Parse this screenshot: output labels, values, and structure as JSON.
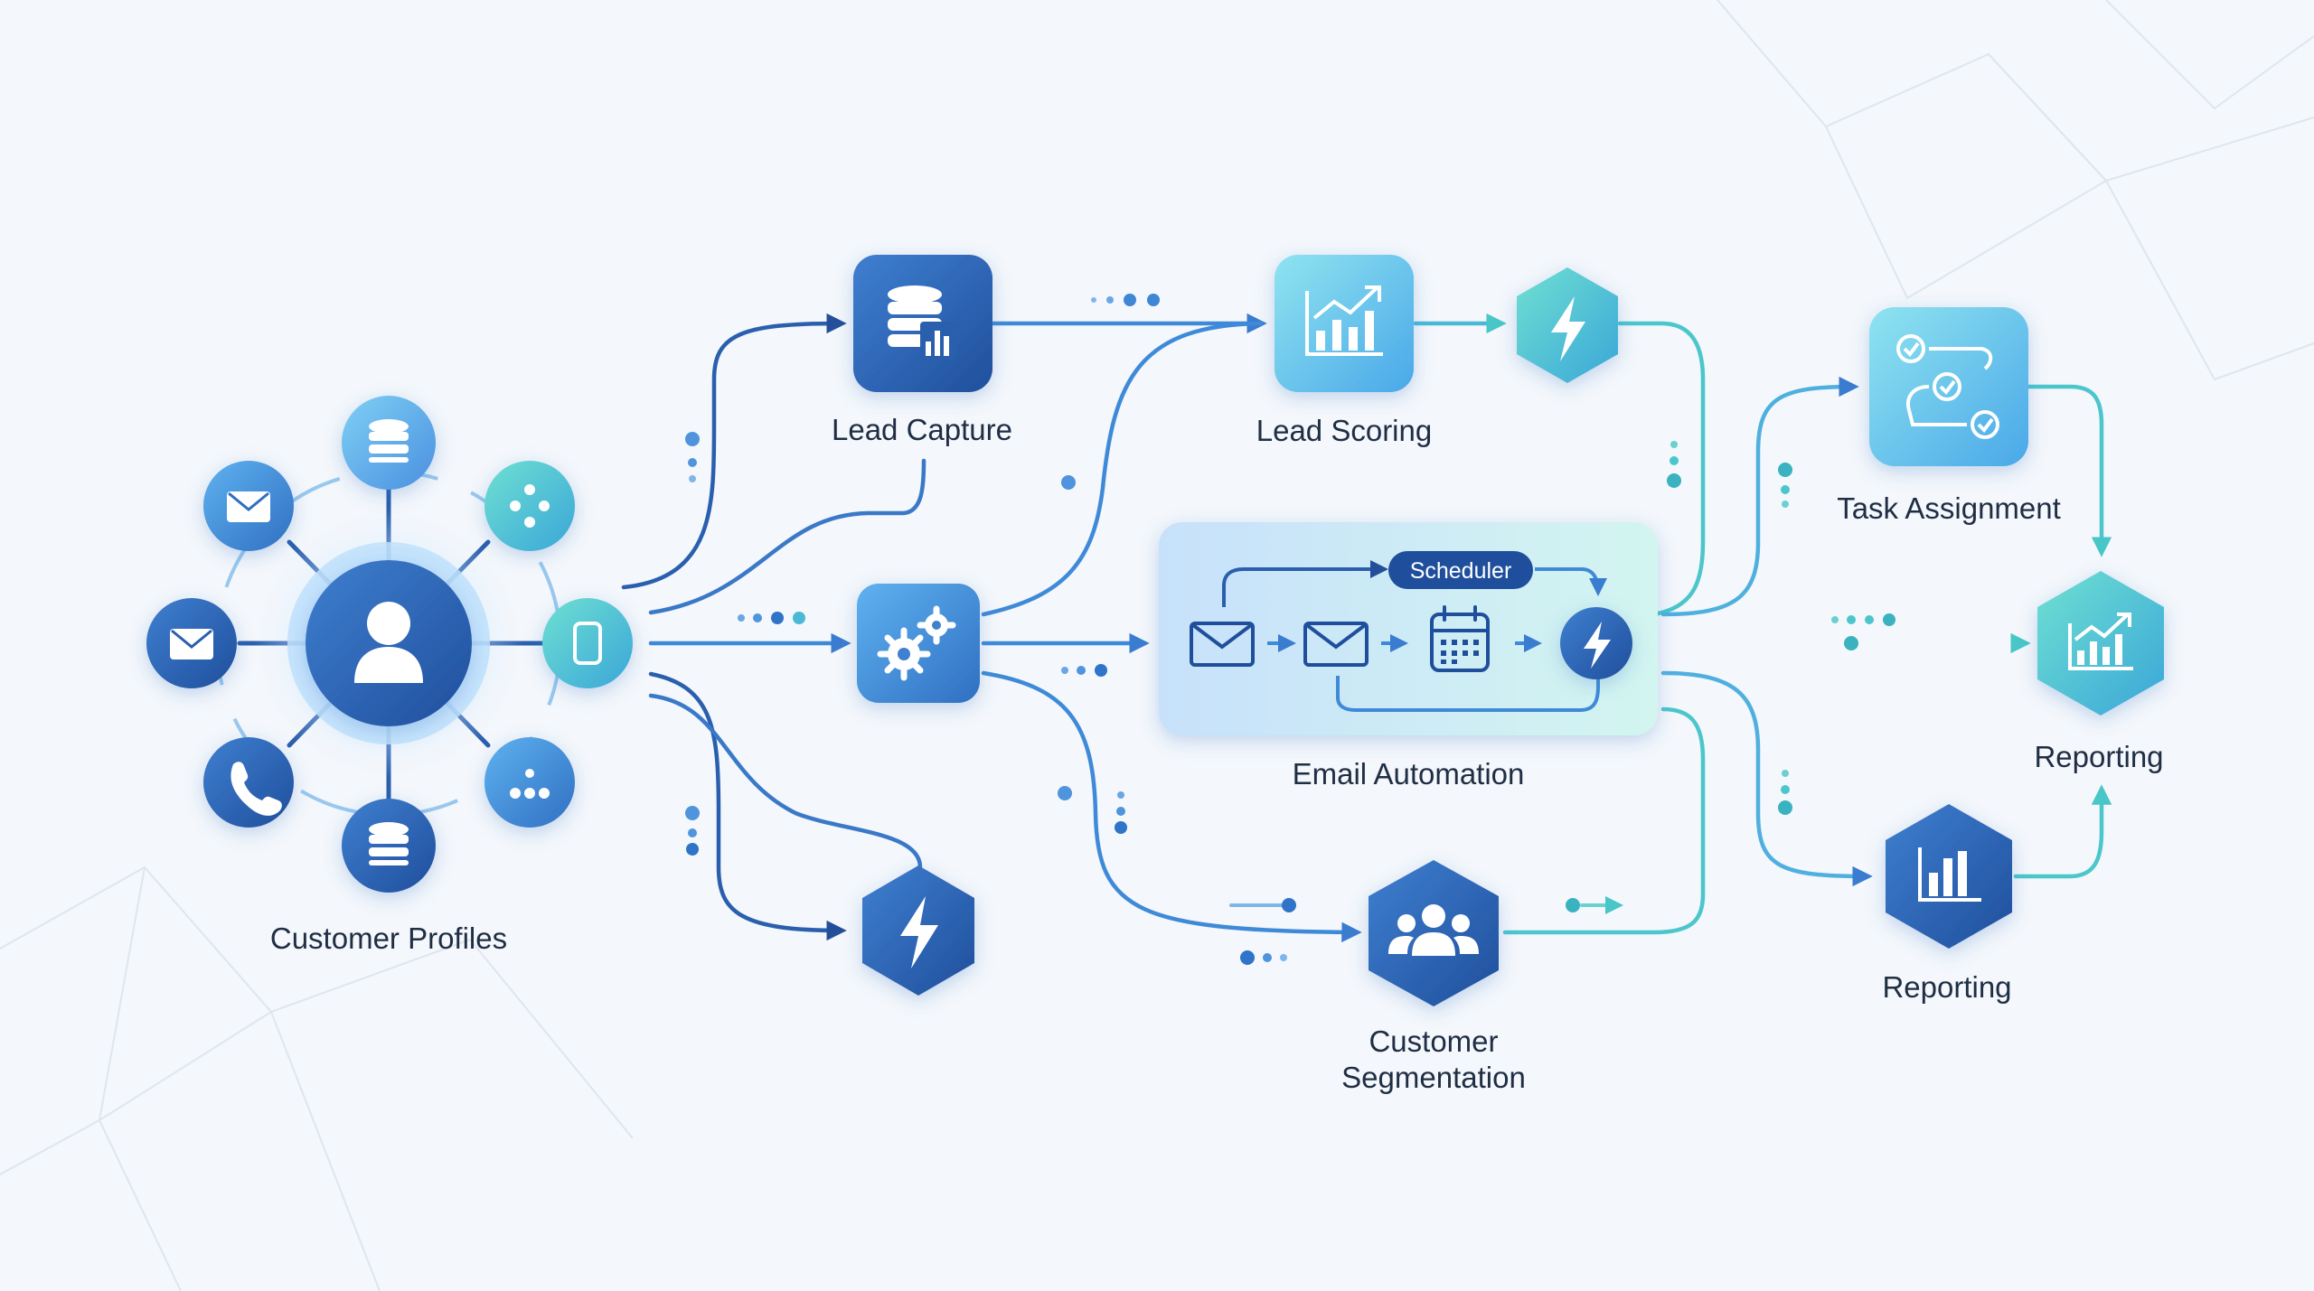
{
  "labels": {
    "customer_profiles": "Customer Profiles",
    "lead_capture": "Lead Capture",
    "lead_scoring": "Lead Scoring",
    "email_automation": "Email Automation",
    "scheduler": "Scheduler",
    "task_assignment": "Task Assignment",
    "reporting_top": "Reporting",
    "reporting_bottom": "Reporting",
    "customer_segmentation_line1": "Customer",
    "customer_segmentation_line2": "Segmentation"
  },
  "colors": {
    "background": "#f4f7fb",
    "primary_blue": "#2a5fae",
    "light_blue": "#5aa8ec",
    "teal": "#4fd0c4",
    "text": "#1f2e44"
  },
  "icons": {
    "hub": "user-icon",
    "satellites": [
      "database-icon",
      "network-icon",
      "phone-icon",
      "nodes-icon",
      "database-icon",
      "call-icon",
      "mail-icon",
      "mail-icon"
    ],
    "lead_capture": "database-chart-icon",
    "lead_scoring": "chart-up-icon",
    "gears": "gears-icon",
    "lightning": "lightning-icon",
    "task_assignment": "workflow-check-icon",
    "reporting_top": "chart-up-icon",
    "reporting_bottom": "bar-chart-icon",
    "segmentation": "users-group-icon",
    "email_steps": [
      "mail-icon",
      "mail-icon",
      "calendar-icon",
      "lightning-icon"
    ]
  }
}
